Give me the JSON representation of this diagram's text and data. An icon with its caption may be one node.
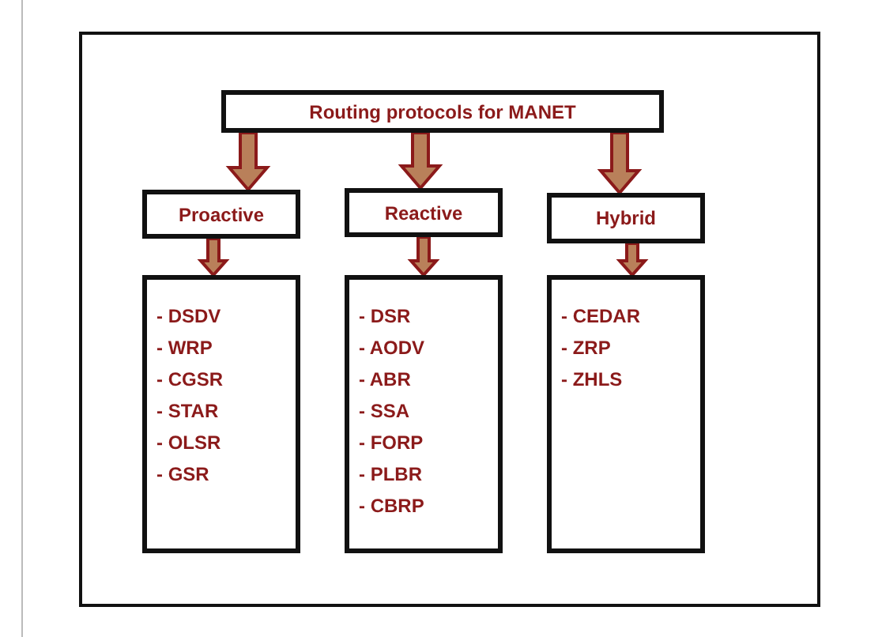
{
  "diagram": {
    "nodes": [
      {
        "text": [
          "Routing protocols for MANET"
        ]
      },
      {
        "text": [
          "Proactive"
        ]
      },
      {
        "text": [
          "Reactive"
        ]
      },
      {
        "text": [
          "Hybrid"
        ]
      },
      {
        "text": [
          "- DSDV",
          "- WRP",
          "- CGSR",
          "- STAR",
          "- OLSR",
          "- GSR"
        ]
      },
      {
        "text": [
          "- DSR",
          "- AODV",
          "- ABR",
          "- SSA",
          "- FORP",
          "- PLBR",
          "- CBRP"
        ]
      },
      {
        "text": [
          "- CEDAR",
          "- ZRP",
          "- ZHLS"
        ]
      }
    ],
    "edges": [
      {
        "from": 0,
        "to": 1,
        "arrow": "to"
      },
      {
        "from": 0,
        "to": 2,
        "arrow": "to"
      },
      {
        "from": 0,
        "to": 3,
        "arrow": "to"
      },
      {
        "from": 1,
        "to": 4,
        "arrow": "to"
      },
      {
        "from": 2,
        "to": 5,
        "arrow": "to"
      },
      {
        "from": 3,
        "to": 6,
        "arrow": "to"
      }
    ]
  }
}
